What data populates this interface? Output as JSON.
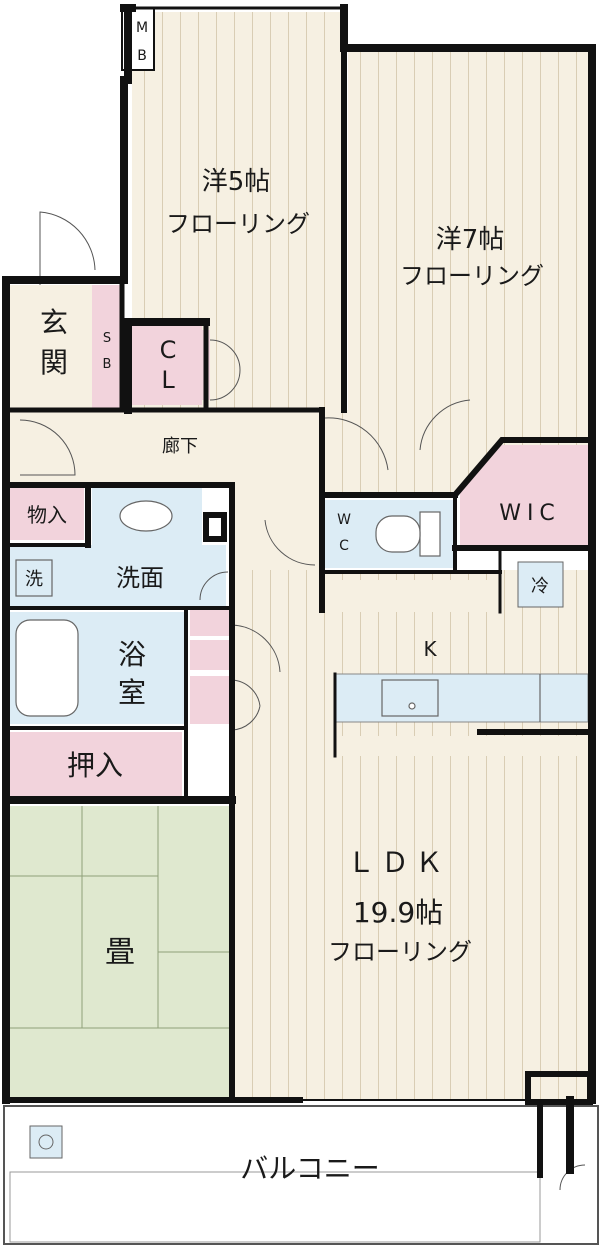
{
  "colors": {
    "wall": "#111111",
    "floor": "#f6f0e2",
    "floorLine": "#d9cdb4",
    "storage": "#f2d3dc",
    "wet": "#dcecf5",
    "tatami": "#dfe8cf",
    "tatamiLine": "#8fa07a",
    "balcony": "#ffffff"
  },
  "rooms": {
    "mb": {
      "line1": "M",
      "line2": "B"
    },
    "western5": {
      "title": "洋5帖",
      "sub": "フローリング"
    },
    "western7": {
      "title": "洋7帖",
      "sub": "フローリング"
    },
    "genkan": {
      "line1": "玄",
      "line2": "関"
    },
    "sb": {
      "line1": "S",
      "line2": "B"
    },
    "cl": {
      "line1": "C",
      "line2": "L"
    },
    "hallway": {
      "label": "廊下"
    },
    "monoire": {
      "label": "物入"
    },
    "wc": {
      "line1": "W",
      "line2": "C"
    },
    "wic": {
      "label": "WIC"
    },
    "washer": {
      "label": "洗"
    },
    "senmen": {
      "label": "洗面"
    },
    "fridge": {
      "label": "冷"
    },
    "kitchen": {
      "label": "K"
    },
    "bath": {
      "line1": "浴",
      "line2": "室"
    },
    "oshiire": {
      "label": "押入"
    },
    "tatami": {
      "label": "畳"
    },
    "ldk": {
      "title": "ＬＤＫ",
      "size": "19.9帖",
      "sub": "フローリング"
    },
    "balcony": {
      "label": "バルコニー"
    }
  }
}
